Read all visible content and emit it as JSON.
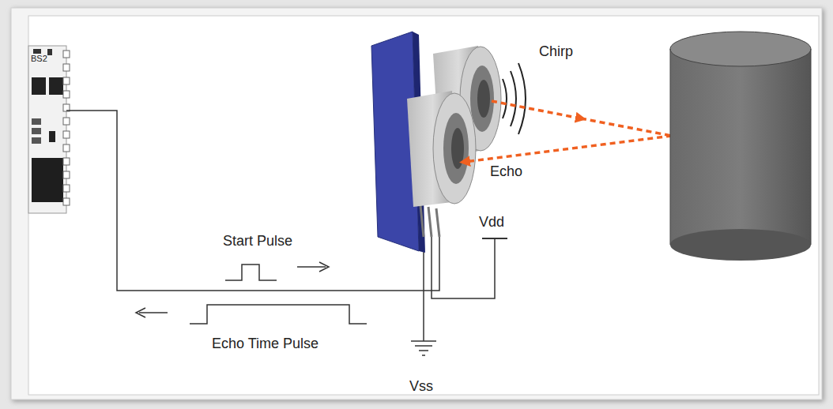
{
  "diagram": {
    "labels": [
      "BS2",
      "Chirp",
      "Echo",
      "Start Pulse",
      "Echo Time Pulse",
      "Vdd",
      "Vss"
    ]
  }
}
